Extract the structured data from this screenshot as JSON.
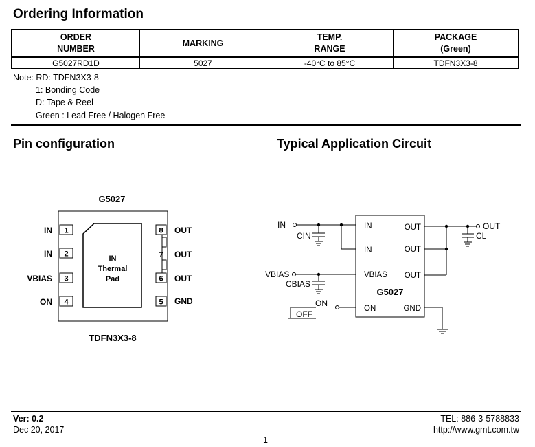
{
  "ordering": {
    "title": "Ordering Information",
    "headers": {
      "order_number_1": "ORDER",
      "order_number_2": "NUMBER",
      "marking": "MARKING",
      "temp_1": "TEMP.",
      "temp_2": "RANGE",
      "package_1": "PACKAGE",
      "package_2": "(Green)"
    },
    "row": {
      "order_number": "G5027RD1D",
      "marking": "5027",
      "temp_range": "-40°C to 85°C",
      "package": "TDFN3X3-8"
    },
    "notes": [
      "Note: RD: TDFN3X3-8",
      "1: Bonding Code",
      "D: Tape & Reel",
      "Green : Lead Free / Halogen Free"
    ]
  },
  "pin_config": {
    "title": "Pin configuration",
    "part": "G5027",
    "package": "TDFN3X3-8",
    "pad_lines": [
      "IN",
      "Thermal",
      "Pad"
    ],
    "left_pins": [
      {
        "num": "1",
        "name": "IN"
      },
      {
        "num": "2",
        "name": "IN"
      },
      {
        "num": "3",
        "name": "VBIAS"
      },
      {
        "num": "4",
        "name": "ON"
      }
    ],
    "right_pins": [
      {
        "num": "8",
        "name": "OUT"
      },
      {
        "num": "7",
        "name": "OUT"
      },
      {
        "num": "6",
        "name": "OUT"
      },
      {
        "num": "5",
        "name": "GND"
      }
    ]
  },
  "circuit": {
    "title": "Typical Application Circuit",
    "chip": "G5027",
    "in_label": "IN",
    "out_label": "OUT",
    "cin": "CIN",
    "cl": "CL",
    "vbias_label": "VBIAS",
    "cbias": "CBIAS",
    "on_label": "ON",
    "off_label": "OFF",
    "chip_pins": {
      "in1": "IN",
      "in2": "IN",
      "vbias": "VBIAS",
      "on": "ON",
      "out1": "OUT",
      "out2": "OUT",
      "out3": "OUT",
      "gnd": "GND"
    }
  },
  "footer": {
    "version": "Ver: 0.2",
    "date": "Dec 20, 2017",
    "tel": "TEL: 886-3-5788833",
    "url": "http://www.gmt.com.tw",
    "page": "1"
  }
}
